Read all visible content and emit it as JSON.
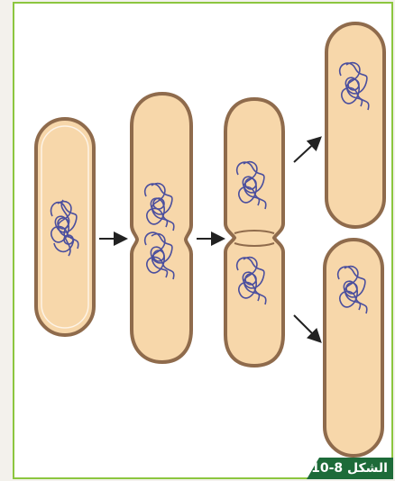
{
  "figure": {
    "label": "الشكل 8-10"
  },
  "colors": {
    "cell_fill": "#f7d7aa",
    "cell_wall": "#8f6b4c",
    "dna": "#4b4f9e",
    "frame_border": "#8cc63f",
    "label_bg": "#1d6b39"
  },
  "stages": [
    "single-cell",
    "dna-replicated",
    "septum-forming",
    "daughter-cells"
  ]
}
